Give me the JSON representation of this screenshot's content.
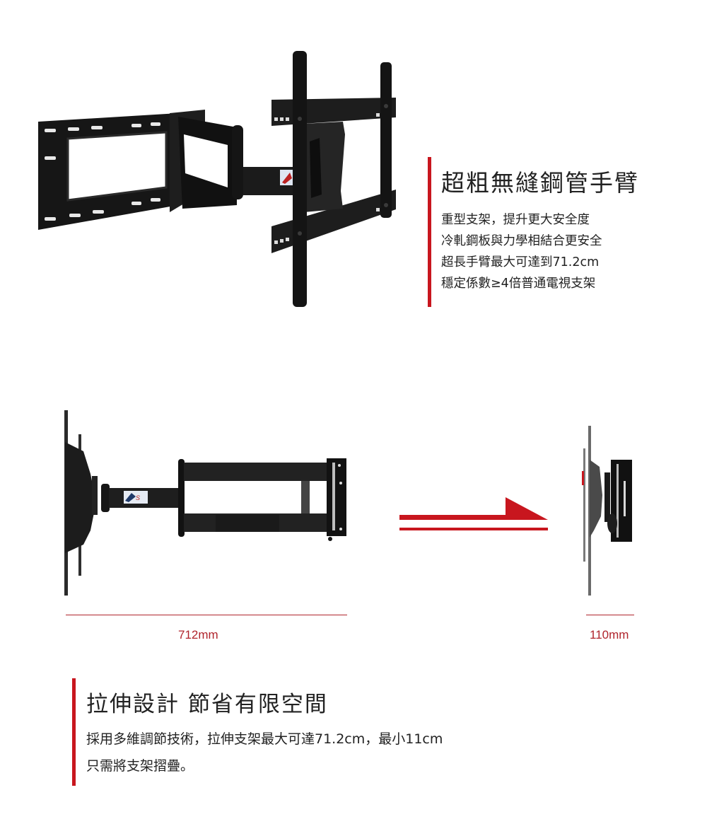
{
  "feature_top": {
    "title": "超粗無縫鋼管手臂",
    "lines": [
      "重型支架，提升更大安全度",
      "冷軋鋼板與力學相結合更安全",
      "超長手臂最大可達到71.2cm",
      "穩定係數≥4倍普通電視支架"
    ]
  },
  "comparison": {
    "extended_label": "712mm",
    "folded_label": "110mm"
  },
  "feature_bottom": {
    "title": "拉伸設計 節省有限空間",
    "lines": [
      "採用多維調節技術，拉伸支架最大可達71.2cm，最小11cm",
      "只需將支架摺疊。"
    ]
  },
  "colors": {
    "accent": "#c8161e",
    "dimension": "#b0242c",
    "text": "#222222",
    "product": "#1a1a1a"
  }
}
